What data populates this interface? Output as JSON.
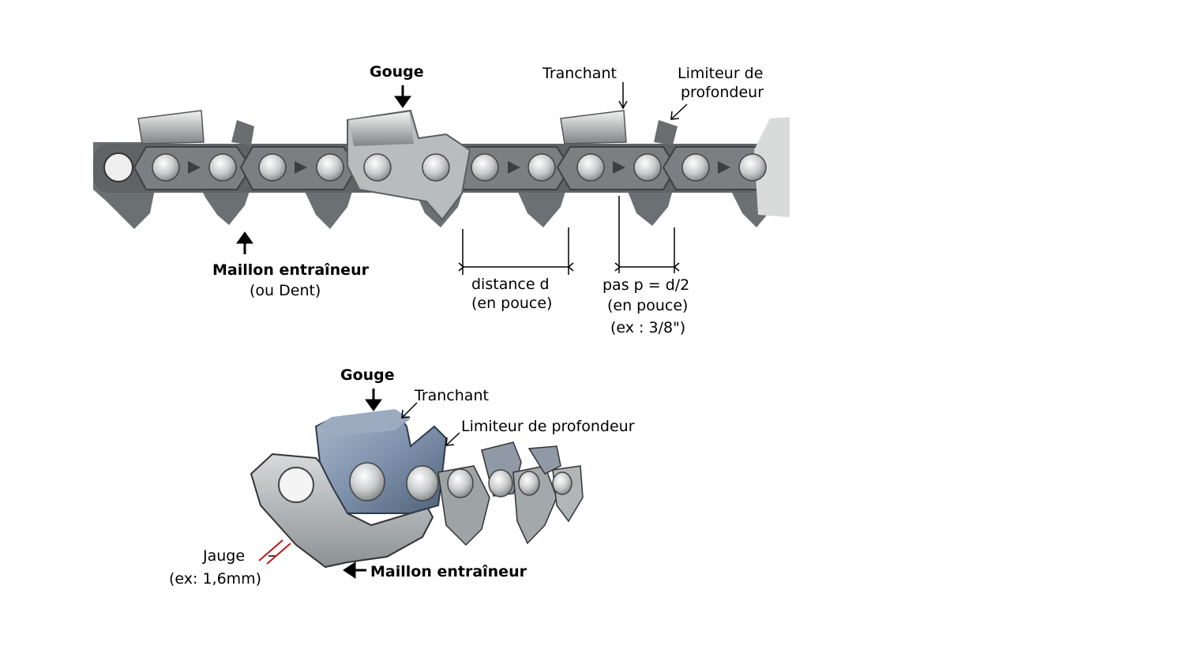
{
  "top_diagram": {
    "gouge": "Gouge",
    "tranchant": "Tranchant",
    "limiteur_line1": "Limiteur de",
    "limiteur_line2": "profondeur",
    "maillon": "Maillon entraîneur",
    "maillon_sub": "(ou Dent)",
    "distance_line1": "distance d",
    "distance_line2": "(en pouce)",
    "pas_line1": "pas p = d/2",
    "pas_line2": "(en pouce)",
    "pas_line3": "(ex : 3/8\")"
  },
  "bottom_diagram": {
    "gouge": "Gouge",
    "tranchant": "Tranchant",
    "limiteur": "Limiteur de profondeur",
    "jauge": "Jauge",
    "jauge_example": "(ex: 1,6mm)",
    "maillon": "Maillon entraîneur"
  },
  "colors": {
    "link_dark": "#5a5e60",
    "link_mid": "#8a8e90",
    "cutter_chrome": "#c4c6c6",
    "rivet": "#d8dadb",
    "blue_cutter": "#7f92ad",
    "gauge_mark": "#c0151b"
  }
}
